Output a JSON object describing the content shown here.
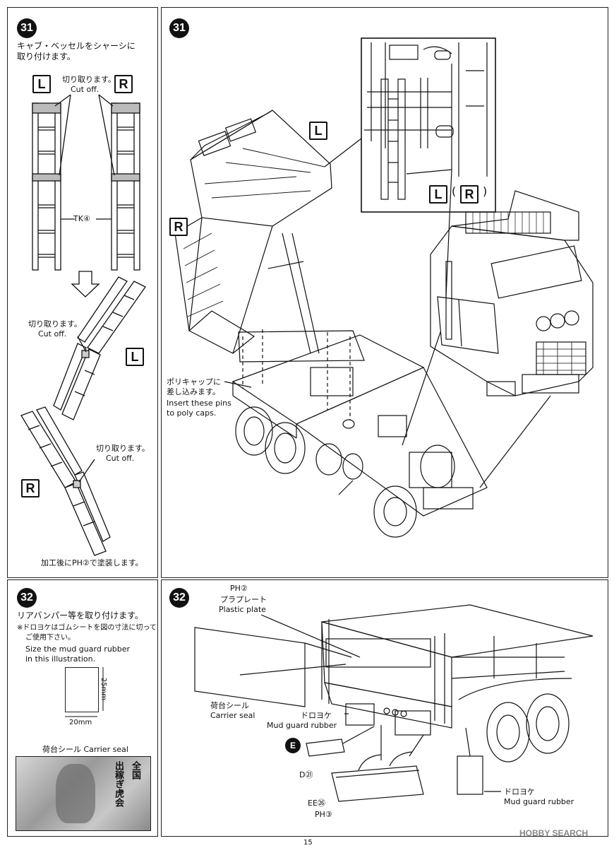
{
  "page_number": "15",
  "watermark": "HOBBY SEARCH",
  "step31": {
    "number": "31",
    "title_line1": "キャブ・ベッセルをシャーシに",
    "title_line2": "取り付けます。",
    "badge_l": "L",
    "badge_r": "R",
    "cut_jp": "切り取ります。",
    "cut_en": "Cut off.",
    "part_tk": "TK④",
    "paint_note": "加工後にPH②で塗装します。",
    "polycap_jp_1": "ポリキャップに",
    "polycap_jp_2": "差し込みます。",
    "polycap_en_1": "Insert these pins",
    "polycap_en_2": "to poly caps.",
    "inset_label_l": "L",
    "inset_paren_open": "(",
    "inset_label_r": "R",
    "inset_paren_close": ")"
  },
  "step32": {
    "number": "32",
    "title": "リアバンパー等を取り付けます。",
    "note_jp_1": "※ドロヨケはゴムシートを図の寸法に切って",
    "note_jp_2": "ご使用下さい。",
    "note_en_1": "Size the mud guard rubber",
    "note_en_2": "in this illustration.",
    "dim_h": "25mm",
    "dim_w": "20mm",
    "carrier_seal_caption": "荷台シール Carrier seal",
    "seal_text_1": "全国",
    "seal_text_2": "出稼ぎ虎会",
    "plate_part": "PH②",
    "plate_jp": "プラプレート",
    "plate_en": "Plastic plate",
    "carrier_seal_jp": "荷台シール",
    "carrier_seal_en": "Carrier seal",
    "mud_jp": "ドロヨケ",
    "mud_en": "Mud guard rubber",
    "part_e": "E",
    "part_d": "D㉑",
    "part_ee": "EE㉖",
    "part_ph3": "PH③"
  }
}
